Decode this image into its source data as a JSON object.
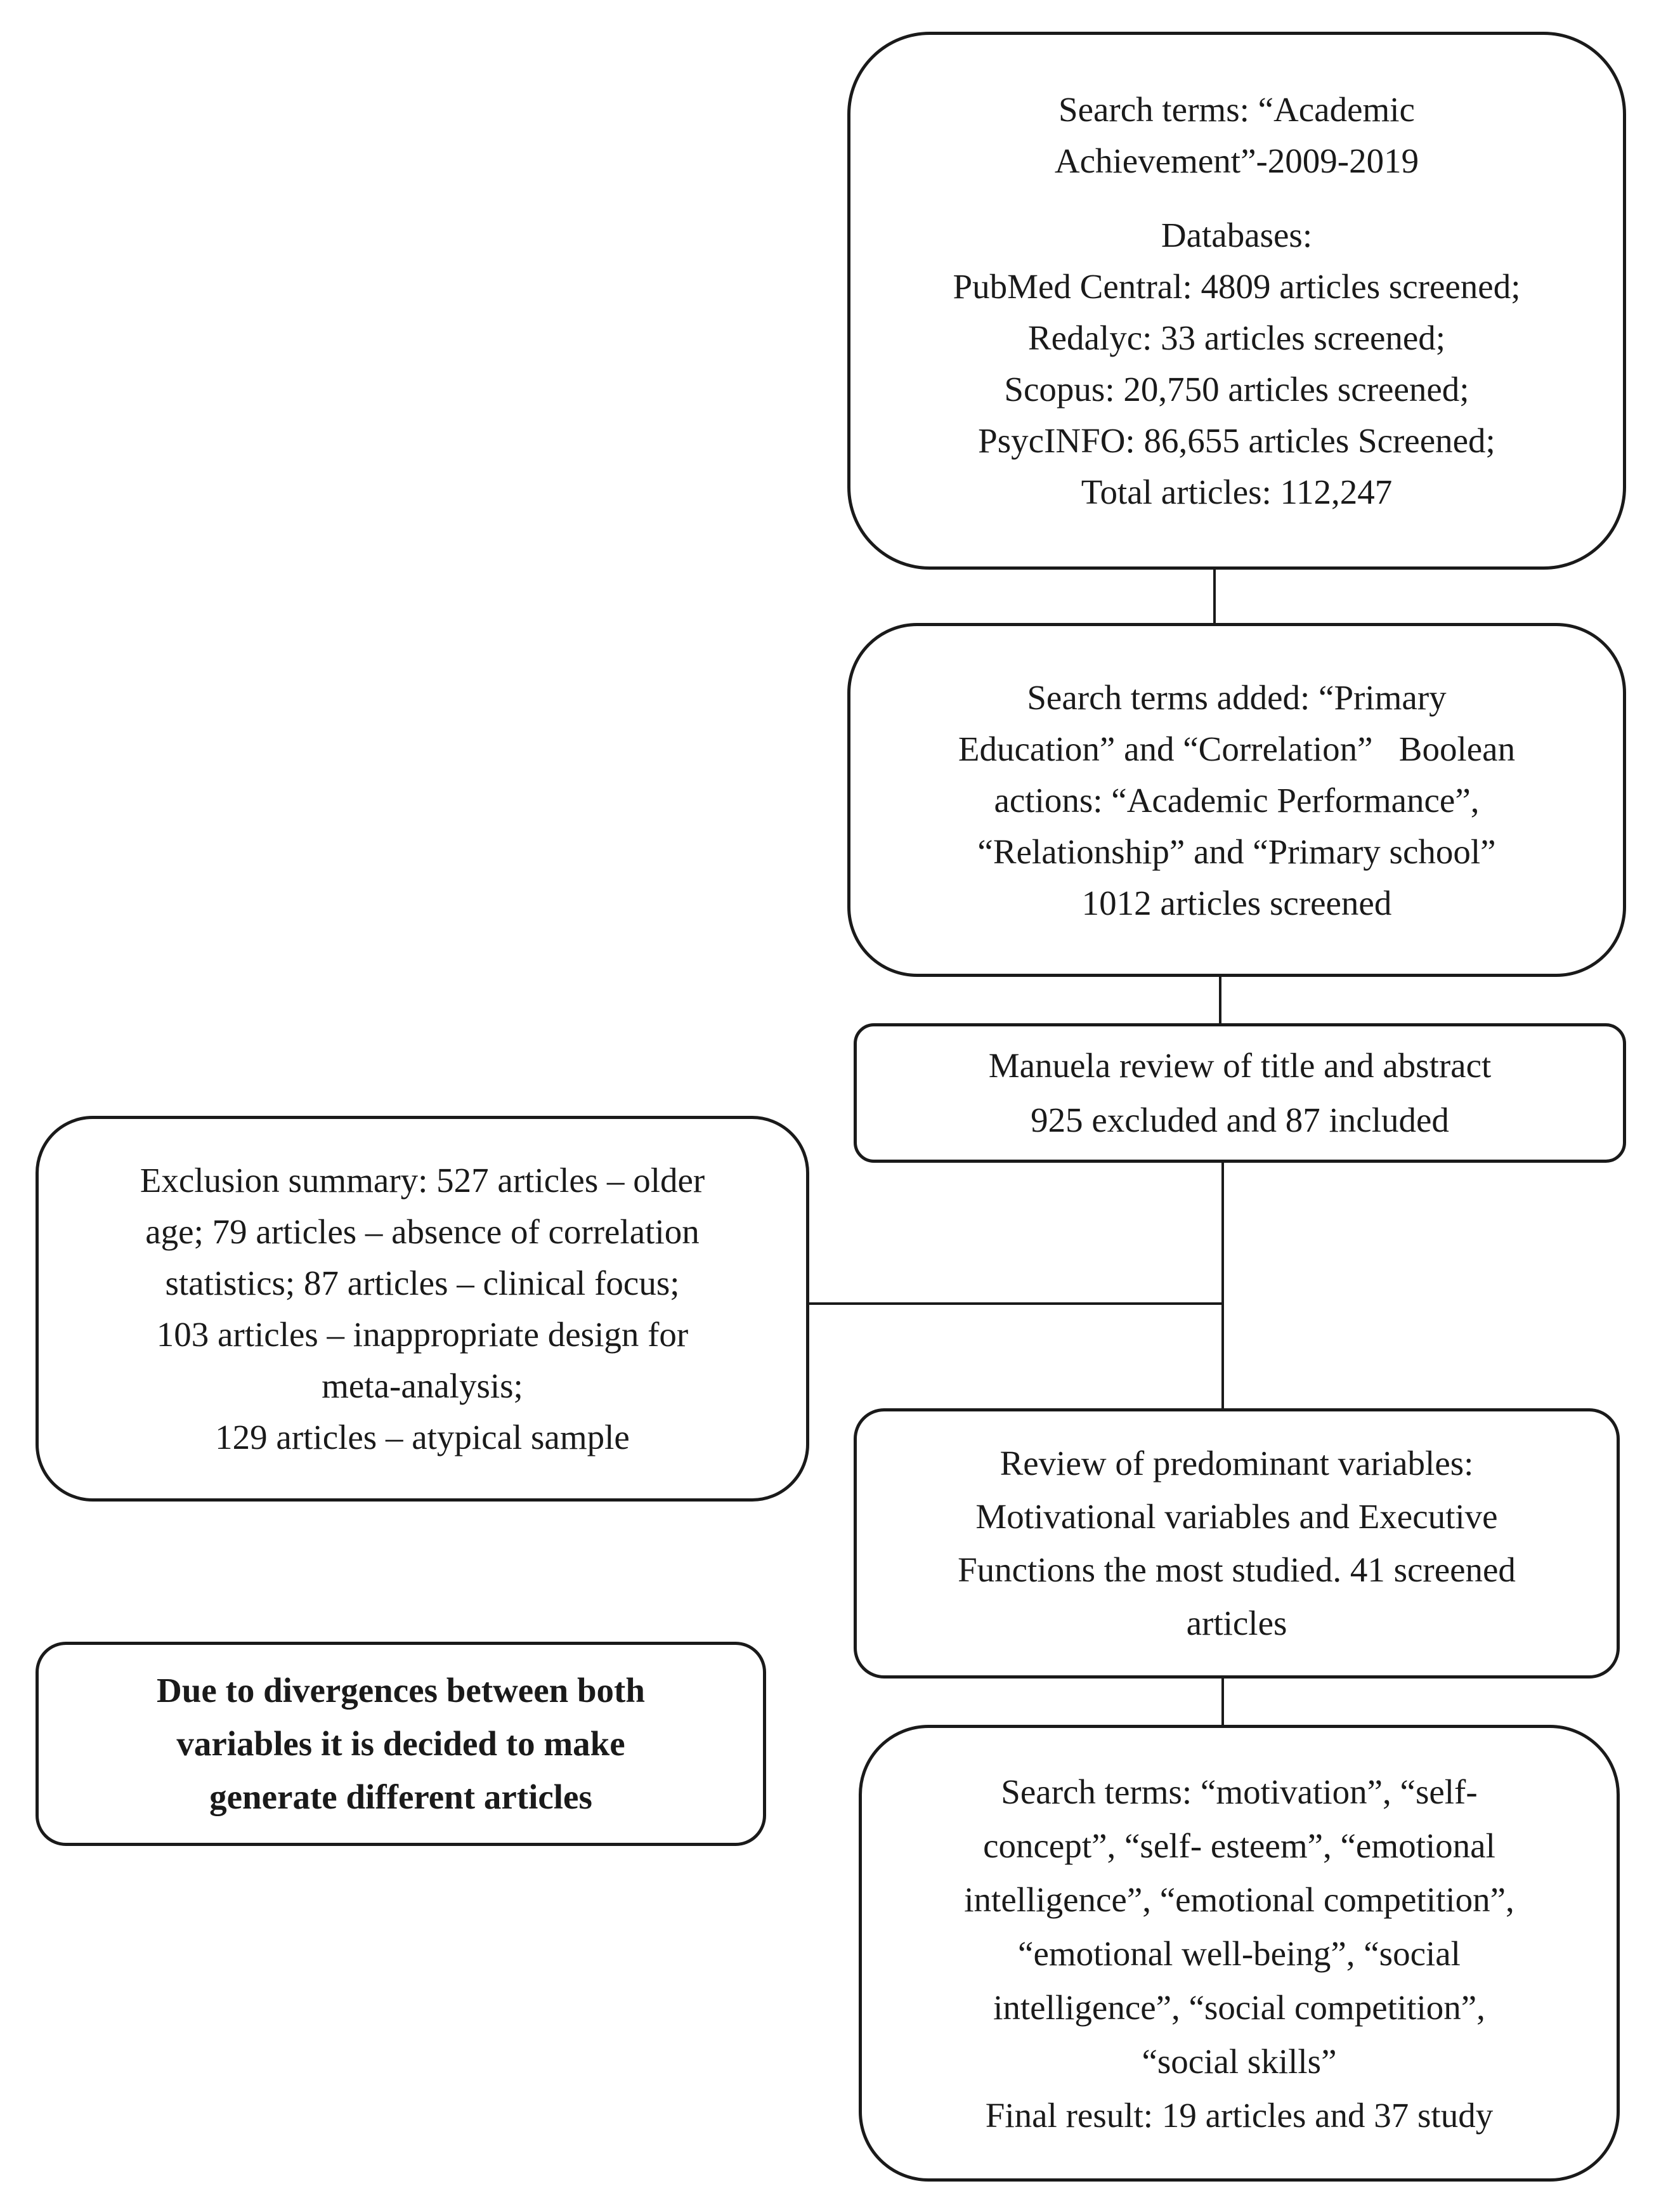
{
  "boxes": {
    "search_terms": {
      "lines": [
        "Search terms: “Academic",
        "Achievement”-2009-2019",
        "Databases:",
        "PubMed Central: 4809 articles screened;",
        "Redalyc: 33 articles screened;",
        "Scopus: 20,750 articles screened;",
        "PsycINFO: 86,655 articles Screened;",
        "Total articles: 112,247"
      ]
    },
    "search_terms_added": {
      "lines": [
        "Search terms added: “Primary",
        "Education” and “Correlation”   Boolean",
        "actions: “Academic Performance”,",
        "“Relationship” and “Primary school”",
        "1012 articles screened"
      ]
    },
    "manual_review": {
      "lines": [
        "Manuela review of title and abstract",
        "925 excluded and 87 included"
      ]
    },
    "exclusion_summary": {
      "lines": [
        "Exclusion summary: 527 articles – older",
        "age; 79 articles – absence of correlation",
        "statistics; 87 articles – clinical focus;",
        "103 articles – inappropriate design for",
        "meta-analysis;",
        "129 articles – atypical sample"
      ]
    },
    "predominant_variables": {
      "lines": [
        "Review of predominant variables:",
        "Motivational variables and Executive",
        "Functions the most studied. 41 screened",
        "articles"
      ]
    },
    "divergence_note": {
      "lines": [
        "Due to divergences between both",
        "variables it is decided to make",
        "generate different articles"
      ]
    },
    "final_search": {
      "lines": [
        "Search terms: “motivation”, “self-",
        "concept”, “self- esteem”, “emotional",
        "intelligence”, “emotional competition”,",
        "“emotional well-being”, “social",
        "intelligence”, “social competition”,",
        "“social skills”",
        "Final result: 19 articles and 37 study"
      ]
    }
  }
}
